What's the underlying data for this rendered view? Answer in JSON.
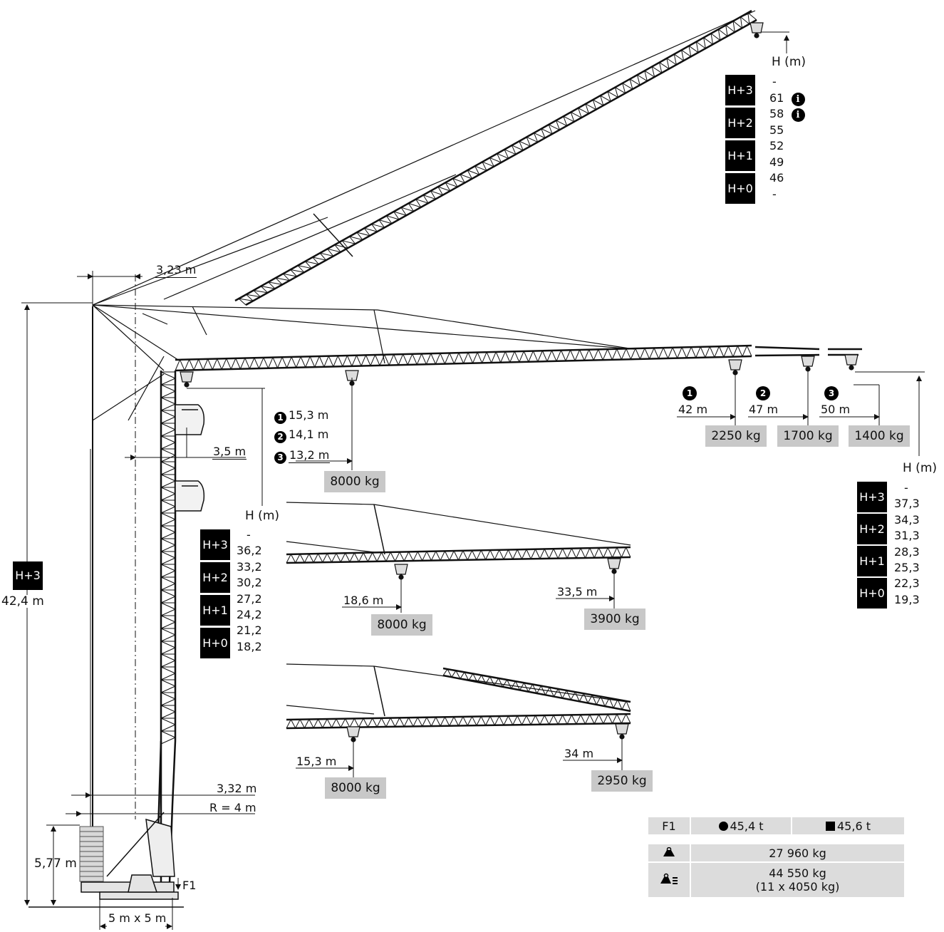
{
  "top_jib": {
    "height_label": "H (m)",
    "blocks": [
      "H+3",
      "H+2",
      "H+1",
      "H+0"
    ],
    "values": [
      "-",
      "61",
      "58",
      "55",
      "52",
      "49",
      "46",
      "-"
    ],
    "info_mark": "i"
  },
  "dimensions": {
    "offset_top": "3,23 m",
    "total_height_block": "H+3",
    "total_height": "42,4 m",
    "cab_offset": "3,5 m",
    "base_offset": "3,32 m",
    "radius": "R = 4 m",
    "ballast_height": "5,77 m",
    "base_size": "5 m x 5 m",
    "force_label": "F1"
  },
  "main_jib": {
    "markers": [
      "1",
      "2",
      "3"
    ],
    "min_radius": [
      {
        "marker": "1",
        "value": "15,3 m"
      },
      {
        "marker": "2",
        "value": "14,1 m"
      },
      {
        "marker": "3",
        "value": "13,2 m"
      }
    ],
    "min_load": "8000 kg",
    "tip": [
      {
        "marker": "1",
        "radius": "42 m",
        "load": "2250 kg"
      },
      {
        "marker": "2",
        "radius": "47 m",
        "load": "1700 kg"
      },
      {
        "marker": "3",
        "radius": "50 m",
        "load": "1400 kg"
      }
    ]
  },
  "height_table_left": {
    "label": "H (m)",
    "blocks": [
      "H+3",
      "H+2",
      "H+1",
      "H+0"
    ],
    "values": [
      "-",
      "36,2",
      "33,2",
      "30,2",
      "27,2",
      "24,2",
      "21,2",
      "18,2"
    ]
  },
  "height_table_right": {
    "label": "H (m)",
    "blocks": [
      "H+3",
      "H+2",
      "H+1",
      "H+0"
    ],
    "values": [
      "-",
      "37,3",
      "34,3",
      "31,3",
      "28,3",
      "25,3",
      "22,3",
      "19,3"
    ]
  },
  "config_mid": {
    "r1": "18,6 m",
    "l1": "8000 kg",
    "r2": "33,5 m",
    "l2": "3900 kg"
  },
  "config_low": {
    "r1": "15,3 m",
    "l1": "8000 kg",
    "r2": "34 m",
    "l2": "2950 kg"
  },
  "spec_table": {
    "f_label": "F1",
    "circle_value": "45,4 t",
    "square_value": "45,6 t",
    "counterweight": "27 960 kg",
    "ballast": "44 550 kg",
    "ballast_detail": "(11 x 4050 kg)",
    "icons": [
      "counterweight-icon",
      "ballast-icon"
    ]
  }
}
